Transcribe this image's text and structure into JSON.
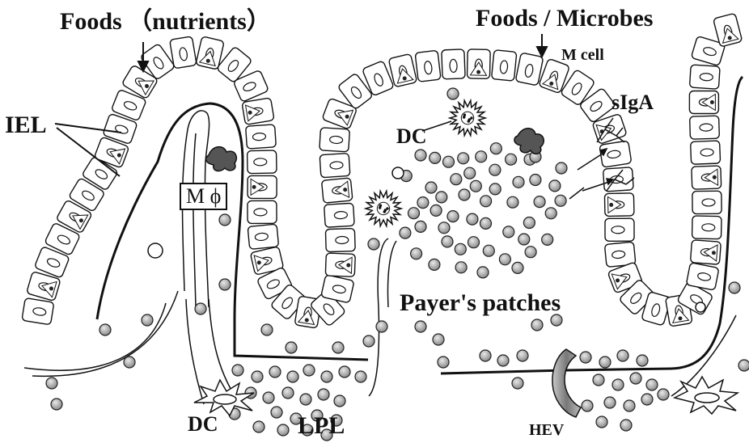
{
  "labels": {
    "foods_nutrients": "Foods （nutrients）",
    "foods_microbes": "Foods / Microbes",
    "m_cell": "M cell",
    "siga": "sIgA",
    "iel": "IEL",
    "dc_top": "DC",
    "m_phi": "M ϕ",
    "payers_patches": "Payer's patches",
    "dc_bottom": "DC",
    "lpl": "LPL",
    "hev": "HEV"
  },
  "colors": {
    "line": "#111111",
    "cell_fill": "#ffffff",
    "lymphocyte_fill": "#bdbdbd",
    "hev_fill": "#9a9a9a"
  }
}
